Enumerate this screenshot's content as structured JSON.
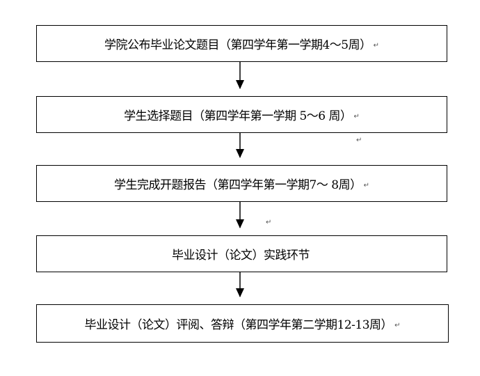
{
  "steps": [
    {
      "label": "学院公布毕业论文题目（第四学年第一学期4～5周）",
      "return_mark": "↵"
    },
    {
      "label": "学生选择题目（第四学年第一学期 5～6 周）",
      "return_mark": "↵"
    },
    {
      "label": "学生完成开题报告（第四学年第一学期7～ 8周）",
      "return_mark": "↵"
    },
    {
      "label": "毕业设计（论文）实践环节",
      "return_mark": ""
    },
    {
      "label": "毕业设计（论文）评阅、答辩（第四学年第二学期12-13周）",
      "return_mark": "↵"
    }
  ],
  "loose_marks": {
    "after_step_2": "↵",
    "after_step_3": "↵"
  },
  "colors": {
    "line": "#000000",
    "background": "#ffffff"
  }
}
